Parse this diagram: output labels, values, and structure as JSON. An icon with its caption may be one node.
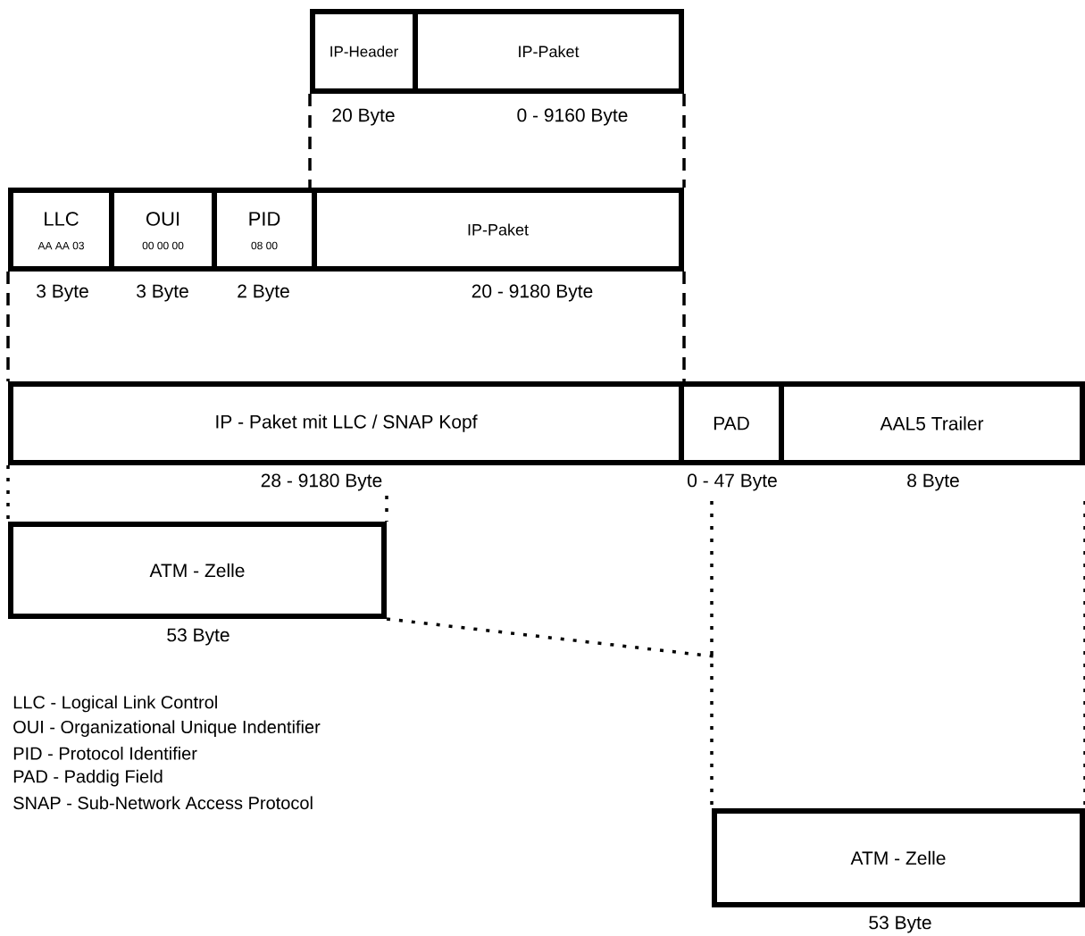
{
  "diagram": {
    "nodes": [
      {
        "text": [
          "IP-Header"
        ],
        "beside": [
          "20 Byte"
        ]
      },
      {
        "text": [
          "IP-Paket"
        ],
        "beside": [
          "0 - 9160 Byte"
        ]
      },
      {
        "text": [
          "LLC",
          "AA AA 03"
        ],
        "beside": [
          "3 Byte"
        ]
      },
      {
        "text": [
          "OUI",
          "00 00 00"
        ],
        "beside": [
          "3 Byte"
        ]
      },
      {
        "text": [
          "PID",
          "08 00"
        ],
        "beside": [
          "2 Byte"
        ]
      },
      {
        "text": [
          "IP-Paket"
        ],
        "beside": [
          "20 - 9180 Byte"
        ]
      },
      {
        "text": [
          "IP - Paket mit LLC / SNAP Kopf"
        ],
        "beside": [
          "28 - 9180 Byte"
        ]
      },
      {
        "text": [
          "PAD"
        ],
        "beside": [
          "0 - 47 Byte"
        ]
      },
      {
        "text": [
          "AAL5 Trailer"
        ],
        "beside": [
          "8 Byte"
        ]
      },
      {
        "text": [
          "ATM - Zelle"
        ],
        "beside": [
          "53 Byte"
        ]
      },
      {
        "text": [
          "ATM - Zelle"
        ],
        "beside": [
          "53 Byte"
        ]
      }
    ],
    "edges": [
      {
        "from": 0,
        "to": 5,
        "arrow": "none",
        "style": "dashed"
      },
      {
        "from": 1,
        "to": 5,
        "arrow": "none",
        "style": "dashed"
      },
      {
        "from": 2,
        "to": 6,
        "arrow": "none",
        "style": "dashed"
      },
      {
        "from": 5,
        "to": 6,
        "arrow": "none",
        "style": "dashed"
      },
      {
        "from": 6,
        "to": 9,
        "arrow": "none",
        "style": "dashed"
      },
      {
        "from": 6,
        "to": 9,
        "arrow": "none",
        "style": "dashed"
      },
      {
        "from": 7,
        "to": 10,
        "arrow": "none",
        "style": "dashed"
      },
      {
        "from": 8,
        "to": 10,
        "arrow": "none",
        "style": "dashed"
      },
      {
        "from": 9,
        "to": null,
        "arrow": "none",
        "style": "dashed"
      }
    ],
    "labels": [
      "LLC - Logical Link Control",
      "OUI - Organizational Unique Indentifier",
      "PID - Protocol Identifier",
      "PAD - Paddig Field",
      "SNAP - Sub-Network Access Protocol"
    ]
  }
}
